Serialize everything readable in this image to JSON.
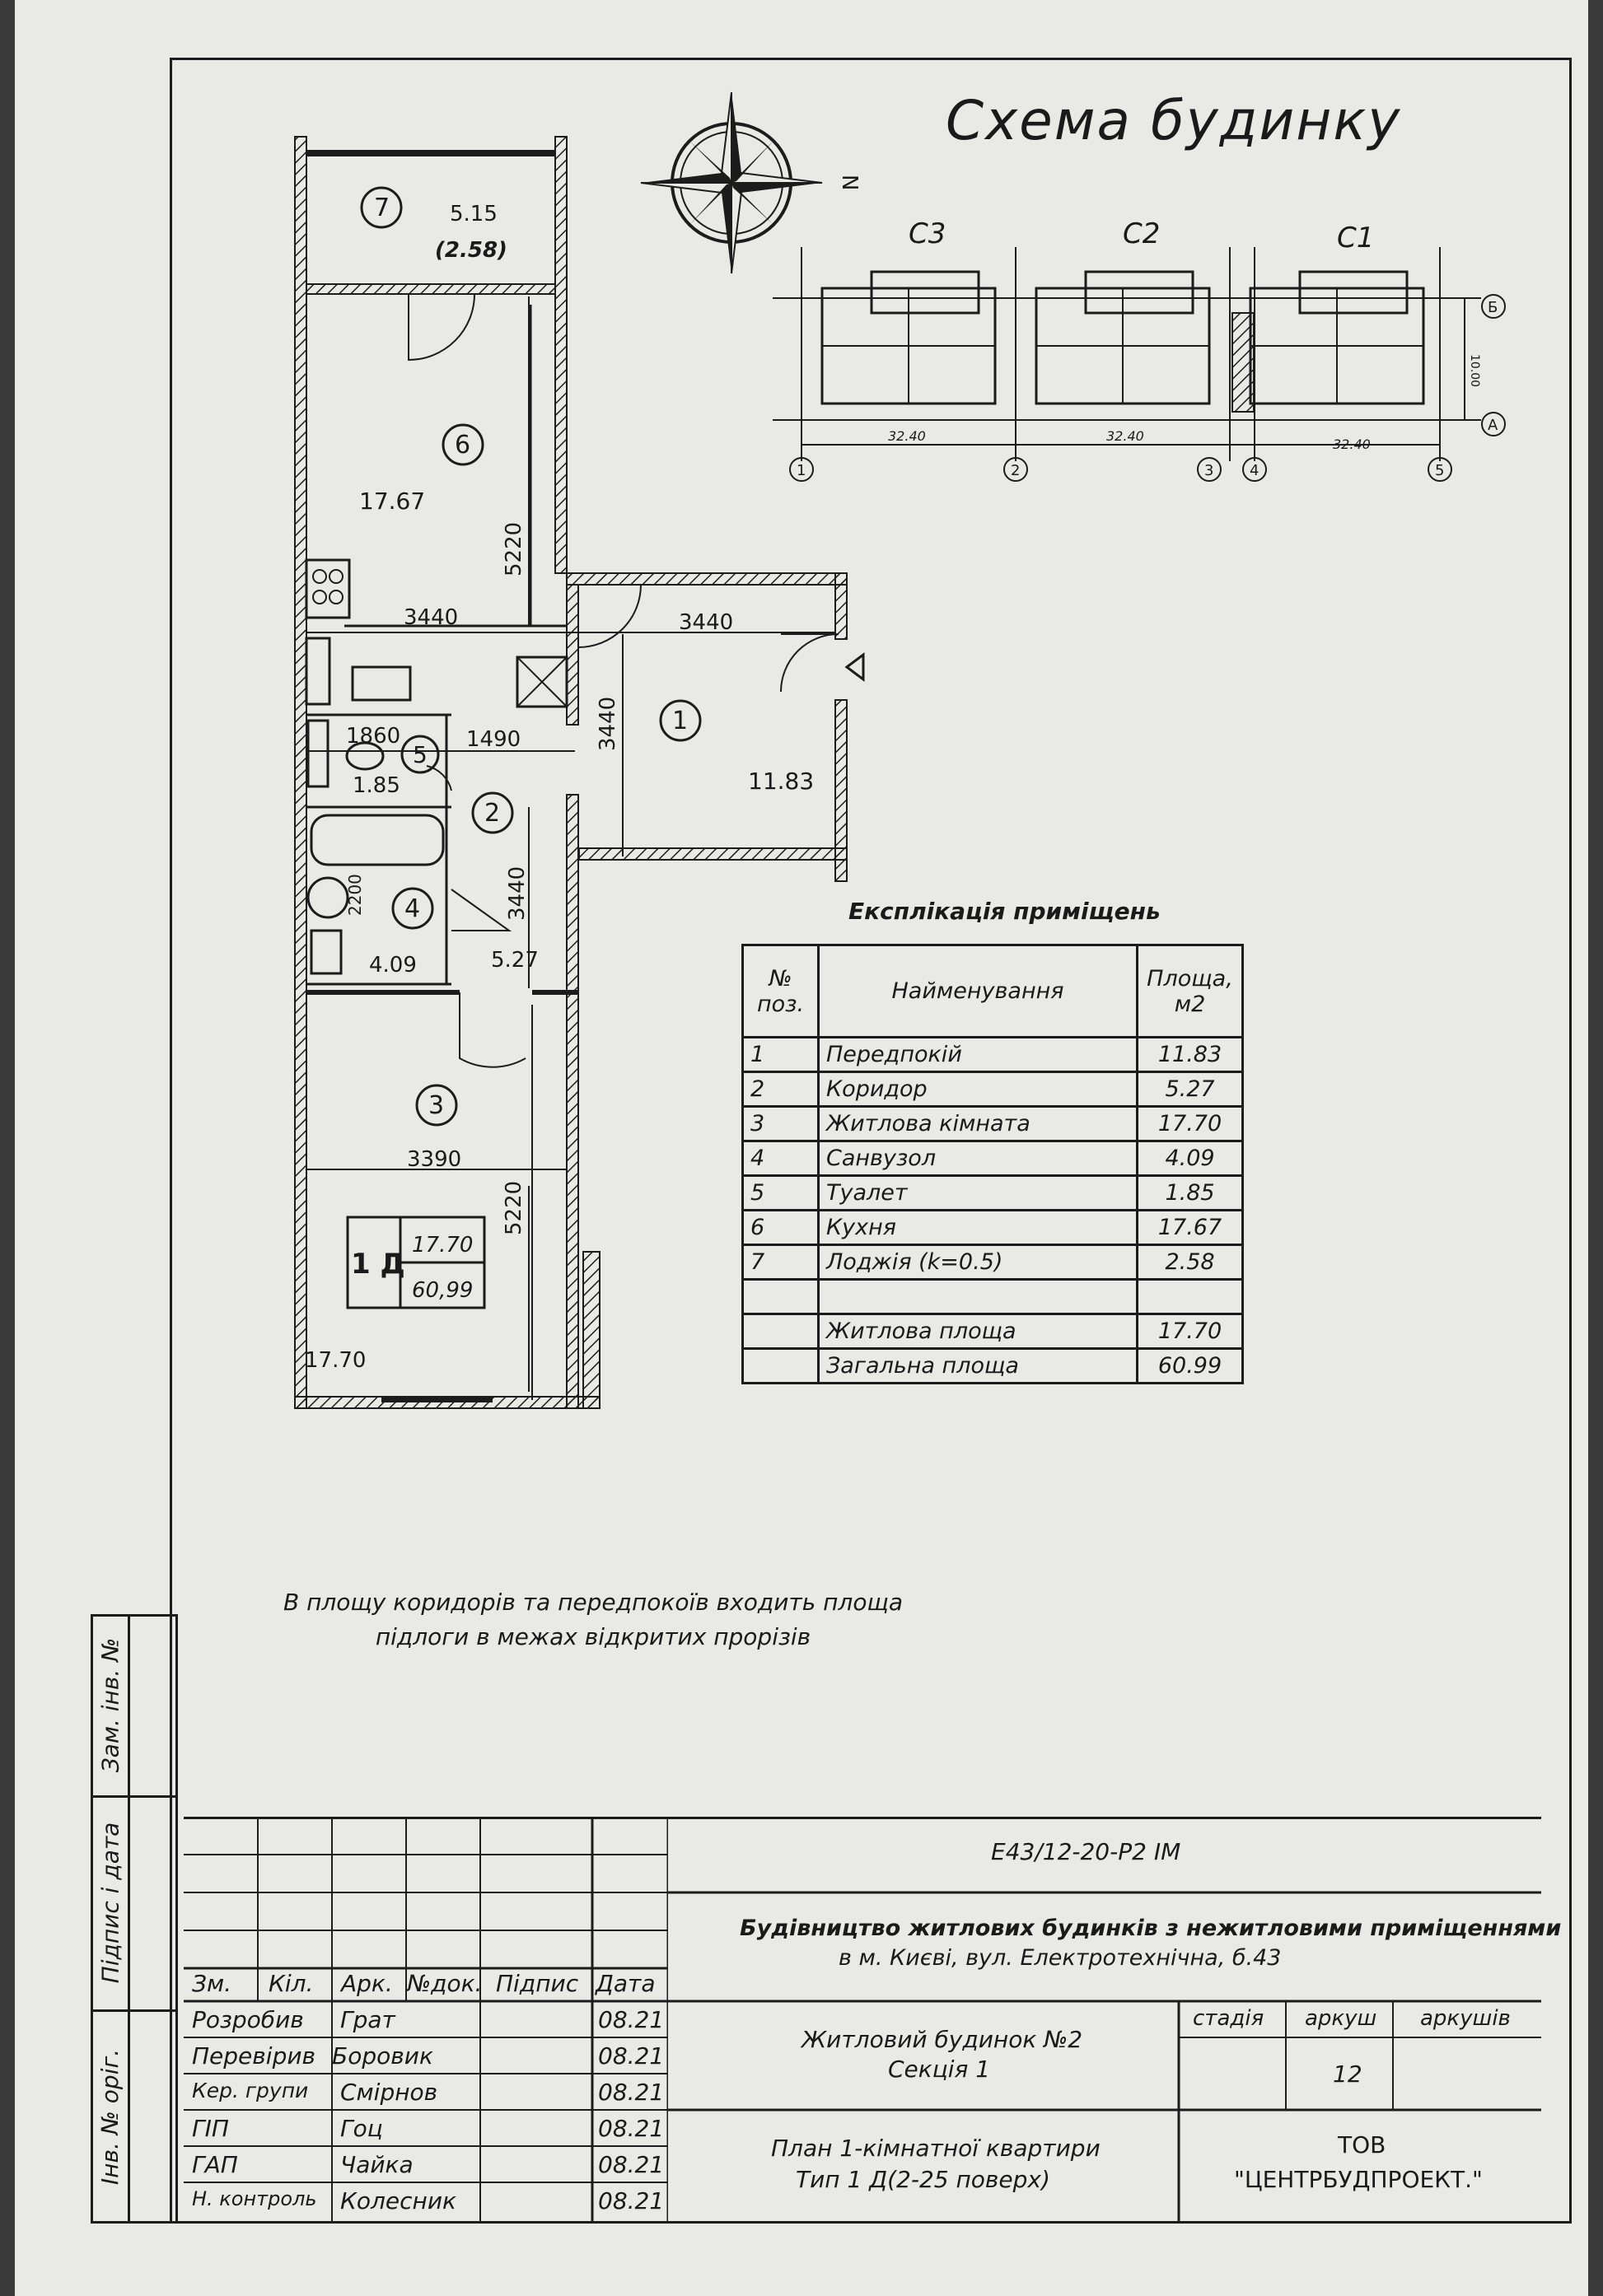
{
  "title": "Схема будинку",
  "section_labels": [
    "С3",
    "С2",
    "С1"
  ],
  "axis_numbers": [
    "1",
    "2",
    "3",
    "4",
    "5"
  ],
  "axis_letters": [
    "Б",
    "А"
  ],
  "section_dims": [
    "32.40",
    "32.40",
    "32.40"
  ],
  "side_dim": "10.00",
  "north_label": "N",
  "plan": {
    "rooms": [
      {
        "no": "7",
        "area": "5.15",
        "area_k": "(2.58)"
      },
      {
        "no": "6",
        "area": "17.67"
      },
      {
        "no": "1",
        "area": "11.83"
      },
      {
        "no": "5",
        "area": "1.85"
      },
      {
        "no": "2",
        "area": ""
      },
      {
        "no": "4",
        "area": "4.09"
      },
      {
        "no": "3",
        "area": ""
      }
    ],
    "dims": {
      "d3440_a": "3440",
      "d3440_b": "3440",
      "d3440_c": "3440",
      "d3440_d": "3440",
      "d5220_a": "5220",
      "d5220_b": "5220",
      "d1860": "1860",
      "d1490": "1490",
      "d2200": "2200",
      "d3390": "3390",
      "d527": "5.27",
      "d1770": "17.70"
    },
    "apt_box": {
      "type": "1 Д",
      "living": "17.70",
      "total": "60,99"
    }
  },
  "explication": {
    "title": "Експлікація приміщень",
    "headers": {
      "no": "№ поз.",
      "name": "Найменування",
      "area": "Площа, м2"
    },
    "rows": [
      {
        "no": "1",
        "name": "Передпокій",
        "area": "11.83"
      },
      {
        "no": "2",
        "name": "Коридор",
        "area": "5.27"
      },
      {
        "no": "3",
        "name": "Житлова кімната",
        "area": "17.70"
      },
      {
        "no": "4",
        "name": "Санвузол",
        "area": "4.09"
      },
      {
        "no": "5",
        "name": "Туалет",
        "area": "1.85"
      },
      {
        "no": "6",
        "name": "Кухня",
        "area": "17.67"
      },
      {
        "no": "7",
        "name": "Лоджія (k=0.5)",
        "area": "2.58"
      },
      {
        "no": "",
        "name": "",
        "area": ""
      },
      {
        "no": "",
        "name": "Житлова площа",
        "area": "17.70"
      },
      {
        "no": "",
        "name": "Загальна площа",
        "area": "60.99"
      }
    ]
  },
  "note": "В площу коридорів та передпокоїв входить площа підлоги в межах відкритих прорізів",
  "side_strip": {
    "zam_inv": "Зам. інв. №",
    "signature_date": "Підпис і дата",
    "inv_orig": "Інв. № оріг."
  },
  "title_block": {
    "code": "Е43/12-20-Р2     ІМ",
    "project_line1": "Будівництво житлових будинків з нежитловими приміщеннями",
    "project_line2": "в м. Києві, вул. Електротехнічна, б.43",
    "building_line1": "Житловий будинок №2",
    "building_line2": "Секція 1",
    "sheet_line1": "План 1-кімнатної квартири",
    "sheet_line2": "Тип 1 Д(2-25 поверх)",
    "company_line1": "ТОВ",
    "company_line2": "\"ЦЕНТРБУДПРОЕКТ.\"",
    "col_headers": [
      "Зм.",
      "Кіл.",
      "Арк.",
      "№док.",
      "Підпис",
      "Дата"
    ],
    "stage_headers": [
      "стадія",
      "аркуш",
      "аркушів"
    ],
    "sheet_no": "12",
    "signers": [
      {
        "role": "Розробив",
        "name": "Грат",
        "date": "08.21"
      },
      {
        "role": "Перевірив",
        "name": "Боровик",
        "date": "08.21"
      },
      {
        "role": "Кер. групи",
        "name": "Смірнов",
        "date": "08.21"
      },
      {
        "role": "ГІП",
        "name": "Гоц",
        "date": "08.21"
      },
      {
        "role": "ГАП",
        "name": "Чайка",
        "date": "08.21"
      },
      {
        "role": "Н. контроль",
        "name": "Колесник",
        "date": "08.21"
      }
    ]
  }
}
